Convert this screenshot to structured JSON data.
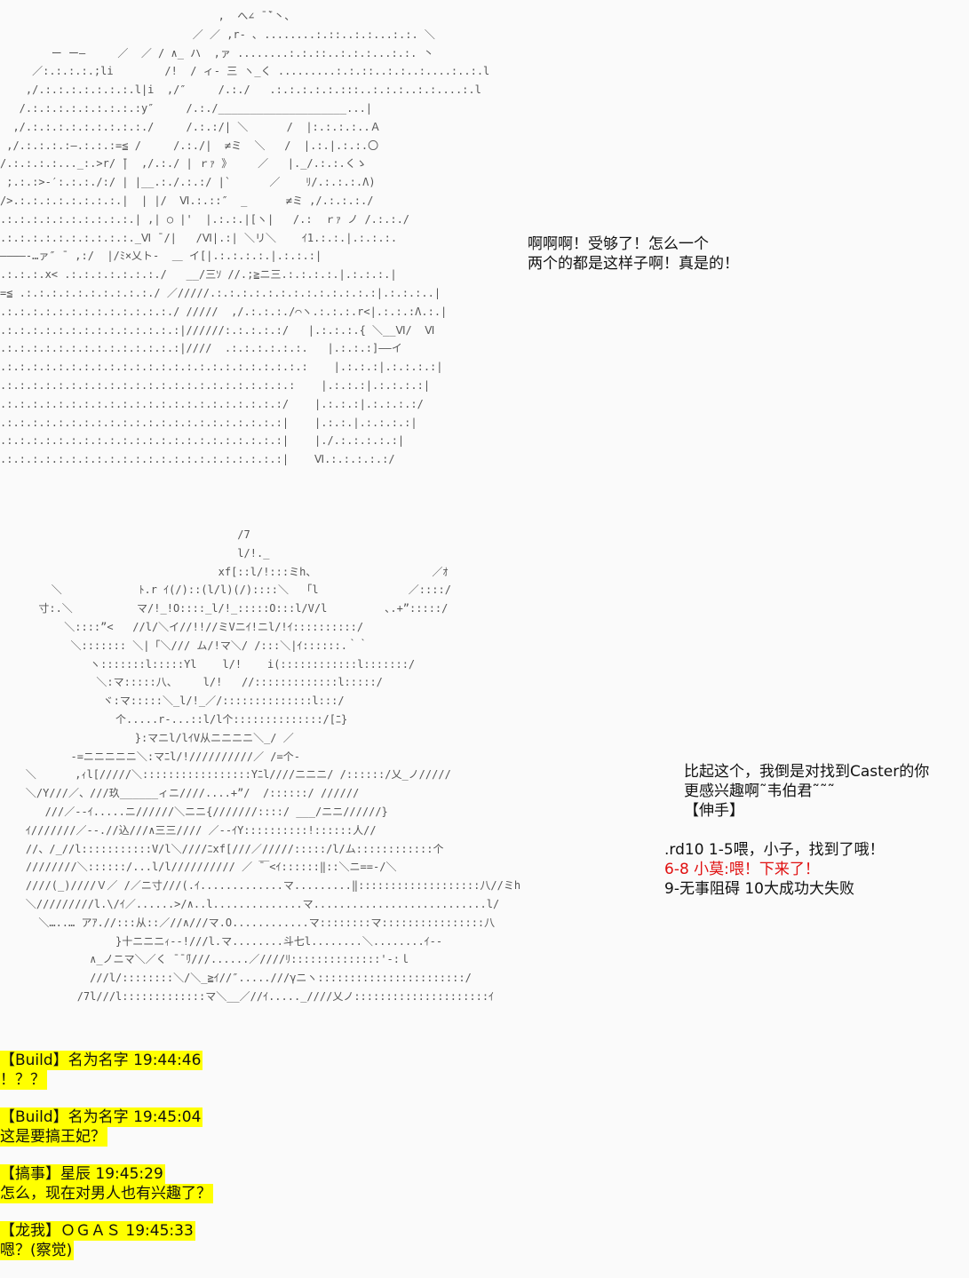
{
  "art_top": "                                  ,  へ∠ ̄ ̄`丶、\n                              ／ ／ ,r‐ ､ ........:.::..:.:...:.:. ＼\n        ー ー―     ／  ／ / ∧_ ハ  ,ァ ........:.:.::..:.:.:...:.:. 丶\n     ／:.:.:.:.;li        /!  / ィ‐ 三 ヽ_く .........:.:.::..:.:..:....:..:.l\n    ,/.:.:.:.:.:.:.:.l|i  ,/″     /.:./   .:.:.:.:.:.:::..:.:.:..:.:....:.l\n   /.:.:.:.:.:.:.:.:.:y″     /.:./____________________...|\n  ,/.:.:.:.:.:.:.:.:.:./     /.:.:/| ＼      /  |:.:.:.:..Ａ\n ,/.:.:.:.:―.:.:.:=≦ /     /.:./|  ≠ミ  ＼   /  |.:.|.:.:.〇\n/.:.:.:.:..._:.>r/ ̄|  ,/.:./ | ｒｧ 》    ／   |._/.:.:.くゝ\n ;.:.:>‐′:.:.:./:/ | |__.:./.:.:/ |`      ／    ﾘ/.:.:.:.Λ)\n/>.:.:.:.:.:.:.:.:.|  | |/  Ⅵ.:.::″  _      ≠ミ ,/.:.:.:./\n.:.:.:.:.:.:.:.:.:.:.| ,| ○ |'  |.:.:.|[ヽ|   /.:  ｒｧ ノ /.:.:./\n.:.:.:.:.:.:.:.:.:.:._Ⅵ ̄ /|   /Ⅵ|.:| ＼リ＼    ｲ1.:.:.|.:.:.:.\n――――‐…ァ″ ̄  ,:/  |/ﾐ×乂ト‐  ＿ イ[|.:.:.:.:.|.:.:.:|\n.:.:.:.x< .:.:.:.:.:.:.:./   __/三ｿ //.;≧ニ三.:.:.:.:.|.:.:.:.|\n=≦ .:.:.:.:.:.:.:.:.:.:./ ／/////.:.:.:.:.:.:.:.:.:.:.:.:.:|.:.:.:..|\n.:.:.:.:.:.:.:.:.:.:.:.:.:./ /////  ,/.:.:.:./⌒ヽ.:.:.:.r<|.:.:.:Λ.:.|\n.:.:.:.:.:.:.:.:.:.:.:.:.:.:|//////:.:.:.:.:/   |.:.:.:.{ ＼__Ⅵ/  Ⅵ\n.:.:.:.:.:.:.:.:.:.:.:.:.:.:|////  .:.:.:.:.:.:.   |.:.:.:]――イ\n.:.:.:.:.:.:.:.:.:.:.:.:.:.:.:.:.:.:.:.:.:.:.:.:    |.:.:.:|.:.:.:.:|\n.:.:.:.:.:.:.:.:.:.:.:.:.:.:.:.:.:.:.:.:.:.:.:    |.:.:.:|.:.:.:.:|\n.:.:.:.:.:.:.:.:.:.:.:.:.:.:.:.:.:.:.:.:.:.:/    |.:.:.:|.:.:.:.:/\n.:.:.:.:.:.:.:.:.:.:.:.:.:.:.:.:.:.:.:.:.:.:|    |.:.:.|.:.:.:.:|\n.:.:.:.:.:.:.:.:.:.:.:.:.:.:.:.:.:.:.:.:.:.:|    |./.:.:.:.:.:|\n.:.:.:.:.:.:.:.:.:.:.:.:.:.:.:.:.:.:.:.:.:.:|    Ⅵ.:.:.:.:.:/",
  "art_bottom": "                                     /7\n                                     l/!._\n                                  xf[::l/!:::ミh、                  ／ｵ\n        ＼            ﾄ.r ｲ(/)::(l/l)(/)::::＼  「l              ／::::/\n      寸:.＼          マ/!_!O::::_l/!_:::::O:::l/V/l         ､.+”:::::/\n          ＼::::”<   //l/＼イ//!!//ミVニｲ!ニl/!ｲ::::::::::/\n           ＼::::::: ＼|「＼/// ム/!マ＼/ /:::＼|ｲ::::::.｀｀\n              ヽ:::::::l:::::Yl    l/!    i(::::::::::::l:::::::/\n               ＼:マ:::::八、    l/!   //:::::::::::::l:::::/\n                ヾ:マ:::::＼_l/!_／/::::::::::::::l:::/\n                  个.....r‐...::l/l个::::::::::::::/[ﾆ}\n                     }:マニl/lｲV从ニニニニ＼_/ ／\n           -=ニニニニニ＼:マﾆl/!//////////／ /=个‐\n    ＼      ,ｨl[/////＼:::::::::::::::::Yﾆl////ニニニ/ /::::::/乂_ノ/////\n    ＼/Y///／、///玖______ィニ////....+”/  /::::::/ //////\n       ///／--ｲ.....ニ//////＼ニニ{///////::::/ ___/ニニ//////}\n    ｲ///////／--.//込///∧三三//// ／--ｲY::::::::::!::::::人//\n    //、/_//l:::::::::::V/l＼////ﾆxf[///／/////:::::/l/ム::::::::::::个\n    ////////＼::::::/...l/l////////// ／ ̄￣<ｲ::::::‖::＼ニ==-/＼\n    ////(_)////Ｖ／ /／ニ寸///(.ｲ.............マ.........‖:::::::::::::::::::八//ミh\n    ＼/////////l.\\/ｲ／......>/∧..l..............マ...........................l/\n      ＼…..… アｱ.//:::从::／//∧///マ.O............マ::::::::マ::::::::::::::::八\n                  }十ニニニｨ--!///l.マ........斗七l........＼........ｲ--\n              ∧_ノニマ＼／く ̄ ̄ ̄ﾘ///......／////ﾘ::::::::::::::'‐:ｌ\n              ///l/::::::::＼/＼_≧ｲ//″.....///γニヽ:::::::::::::::::::::::/\n            /7l///l:::::::::::::マ＼__／//ｲ....._////乂ノ:::::::::::::::::::::ｲ",
  "caption_top": {
    "line1": "啊啊啊！受够了！怎么一个",
    "line2": "两个的都是这样子啊！真是的！"
  },
  "caption_mid": {
    "line1": "比起这个，我倒是对找到Caster的你",
    "line2": "更感兴趣啊˜韦伯君˜˜˜",
    "line3": "【伸手】"
  },
  "rolls": {
    "line1": ".rd10 1-5喂，小子，找到了哦！",
    "line2": "6-8 小莫:喂！下来了！",
    "line3": "9-无事阻碍 10大成功大失败",
    "accent_color": "#e01010"
  },
  "chat": [
    {
      "header": "【Build】名为名字 19:44:46",
      "text": "！？？"
    },
    {
      "header": "【Build】名为名字 19:45:04",
      "text": "这是要搞王妃？"
    },
    {
      "header": "【搞事】星辰 19:45:29",
      "text": "怎么，现在对男人也有兴趣了？"
    },
    {
      "header": "【龙我】ＯＧＡＳ 19:45:33",
      "text": "嗯？(察觉)"
    }
  ],
  "highlight_color": "#ffff00"
}
